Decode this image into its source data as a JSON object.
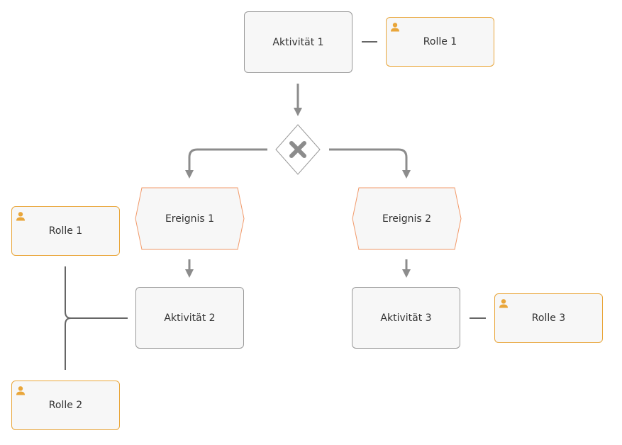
{
  "colors": {
    "activity_border": "#999999",
    "role_border": "#e9a63a",
    "event_border": "#f29a6a",
    "connector": "#8c8c8c",
    "role_connector": "#666666",
    "node_fill": "#f7f7f7"
  },
  "nodes": {
    "activity_1": {
      "label": "Aktivität 1"
    },
    "activity_2": {
      "label": "Aktivität 2"
    },
    "activity_3": {
      "label": "Aktivität 3"
    },
    "event_1": {
      "label": "Ereignis 1"
    },
    "event_2": {
      "label": "Ereignis 2"
    },
    "role_top": {
      "label": "Rolle 1",
      "icon": "person-icon"
    },
    "role_left_1": {
      "label": "Rolle 1",
      "icon": "person-icon"
    },
    "role_left_2": {
      "label": "Rolle 2",
      "icon": "person-icon"
    },
    "role_right_3": {
      "label": "Rolle 3",
      "icon": "person-icon"
    },
    "gateway": {
      "type": "xor",
      "icon": "x-icon"
    }
  }
}
